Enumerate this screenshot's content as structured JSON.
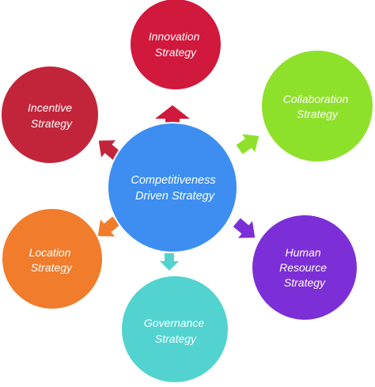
{
  "colors": {
    "center": "#3d8ef0",
    "innovation": "#d0193c",
    "collaboration": "#8ee12a",
    "human_resource": "#7c2fd6",
    "governance": "#52d3d0",
    "location": "#f07c2c",
    "incentive": "#c2253a"
  },
  "center": {
    "line1": "Competitiveness",
    "line2": "Driven Strategy"
  },
  "nodes": {
    "innovation": {
      "line1": "Innovation",
      "line2": "Strategy"
    },
    "collaboration": {
      "line1": "Collaboration",
      "line2": "Strategy"
    },
    "human_resource": {
      "line1": "Human",
      "line2": "Resource",
      "line3": "Strategy"
    },
    "governance": {
      "line1": "Governance",
      "line2": "Strategy"
    },
    "location": {
      "line1": "Location",
      "line2": "Strategy"
    },
    "incentive": {
      "line1": "Incentive",
      "line2": "Strategy"
    }
  }
}
